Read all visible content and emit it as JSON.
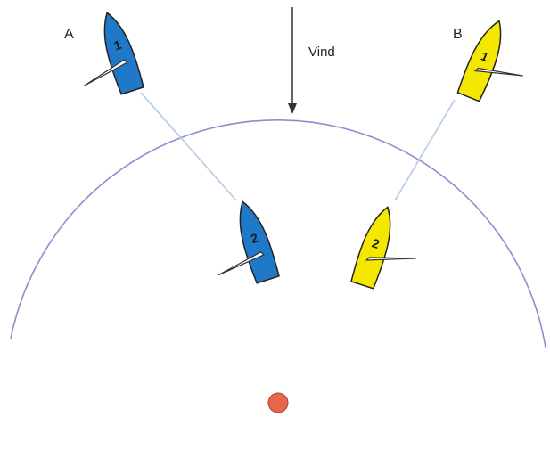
{
  "labels": {
    "boat_a": "A",
    "boat_b": "B",
    "wind": "Vind"
  },
  "boats": {
    "a1": {
      "number": "1",
      "color": "#1f78c8"
    },
    "a2": {
      "number": "2",
      "color": "#1f78c8"
    },
    "b1": {
      "number": "1",
      "color": "#f5e800"
    },
    "b2": {
      "number": "2",
      "color": "#f5e800"
    }
  },
  "colors": {
    "circle": "#8a8fd0",
    "track": "#b8d0e8",
    "mark": "#e8664a",
    "outline": "#222222"
  }
}
